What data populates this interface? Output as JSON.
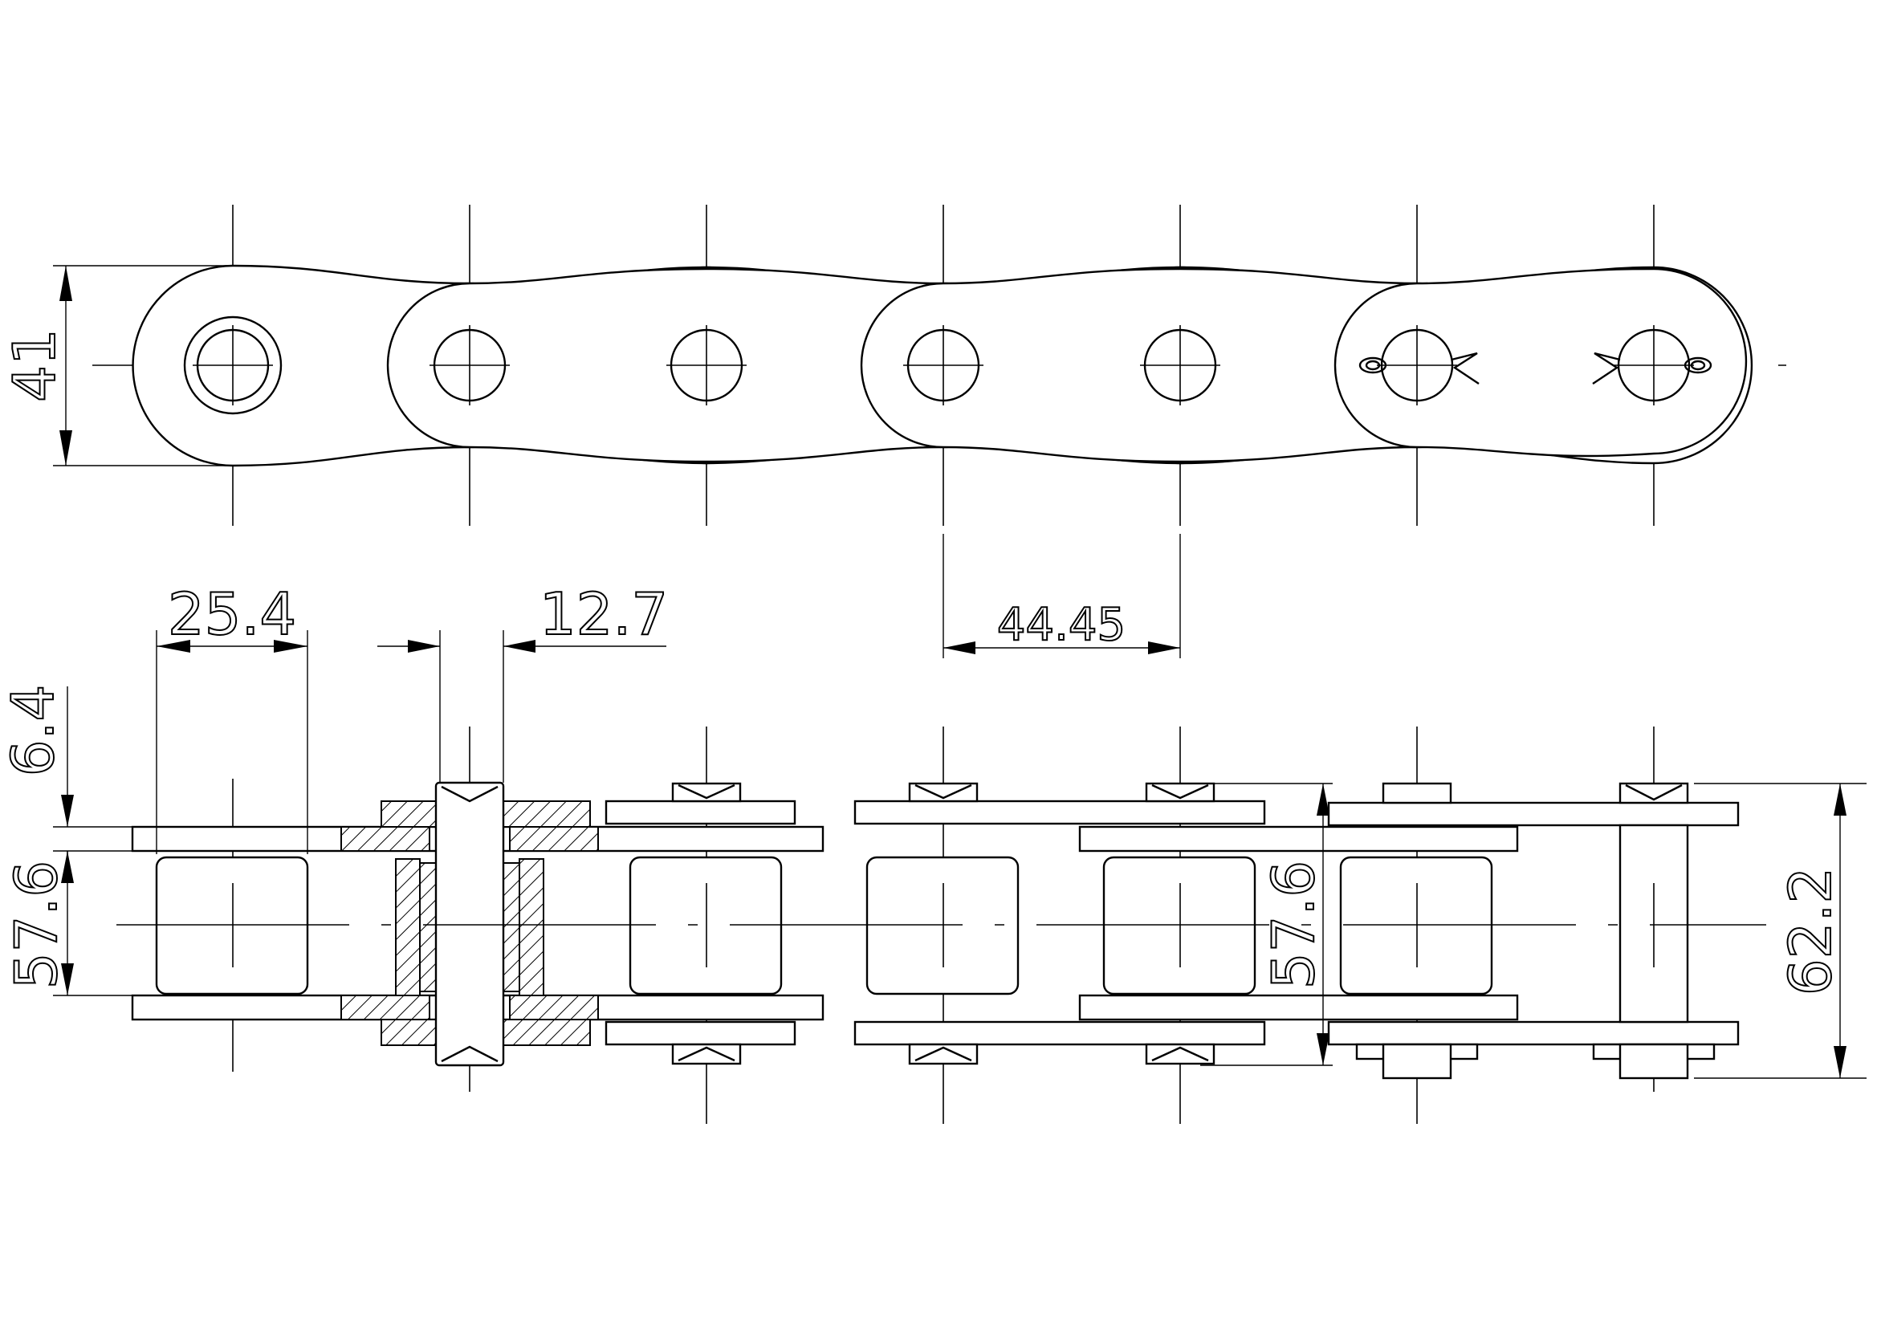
{
  "drawing": {
    "dimensions": {
      "height_side": "41",
      "pitch": "25.4",
      "roller_width": "12.7",
      "total_pitch": "44.45",
      "plate_thickness": "6.4",
      "inner_width_left": "57.6",
      "inner_width_right": "57.6",
      "overall_width": "62.2"
    }
  }
}
